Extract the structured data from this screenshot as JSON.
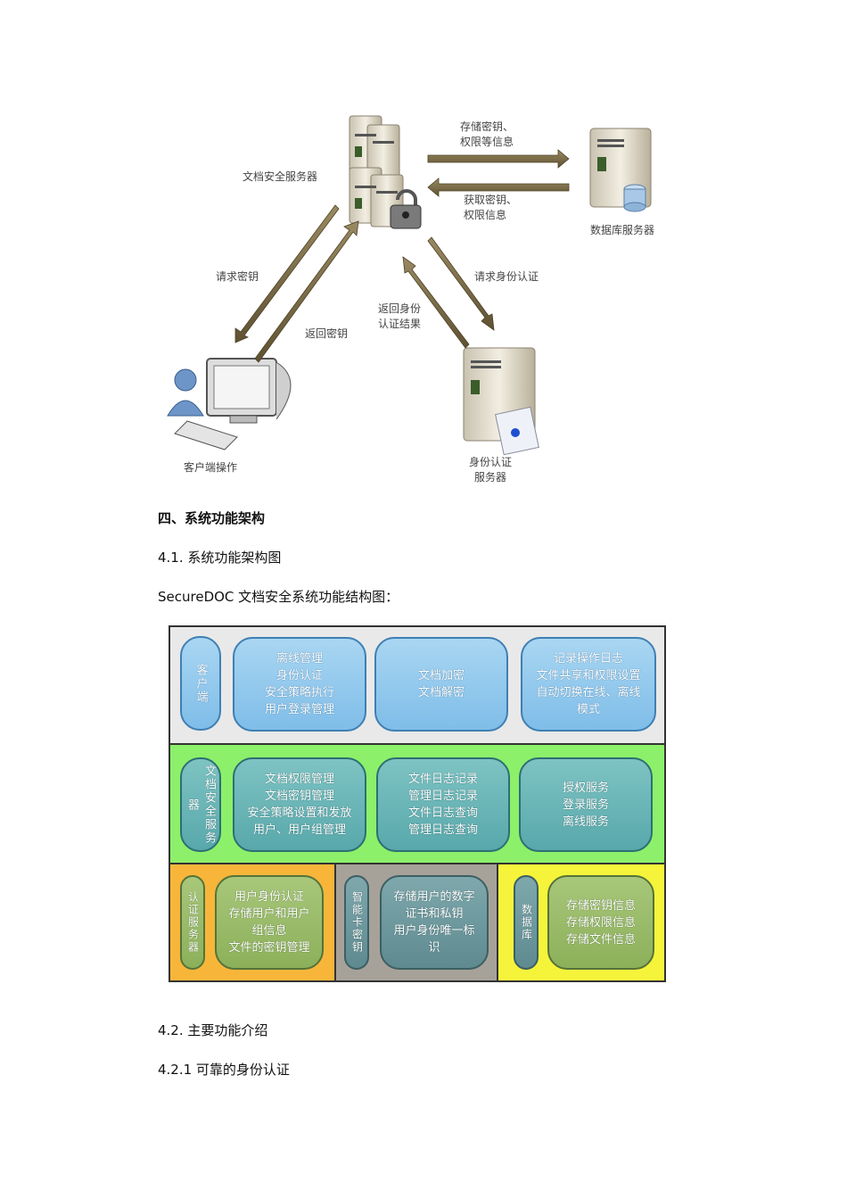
{
  "network": {
    "doc_server": "文档安全服务器",
    "db_server": "数据库服务器",
    "store_keys": "存储密钥、\n权限等信息",
    "get_keys": "获取密钥、\n权限信息",
    "request_key": "请求密钥",
    "return_key": "返回密钥",
    "return_auth": "返回身份\n认证结果",
    "request_auth": "请求身份认证",
    "client": "客户端操作",
    "auth_server": "身份认证\n服务器"
  },
  "section": {
    "heading": "四、系统功能架构",
    "sub1": "4.1. 系统功能架构图",
    "caption": "SecureDOC 文档安全系统功能结构图：",
    "sub2": "4.2. 主要功能介绍",
    "sub3": "4.2.1 可靠的身份认证"
  },
  "arch": {
    "client": {
      "title": "客户端",
      "box1": "离线管理\n身份认证\n安全策略执行\n用户登录管理",
      "box2": "文档加密\n文档解密",
      "box3": "记录操作日志\n文件共享和权限设置\n自动切换在线、离线\n模式"
    },
    "server": {
      "title": "文档安全服务器",
      "box1": "文档权限管理\n文档密钥管理\n安全策略设置和发放\n用户、用户组管理",
      "box2": "文件日志记录\n管理日志记录\n文件日志查询\n管理日志查询",
      "box3": "授权服务\n登录服务\n离线服务"
    },
    "auth": {
      "title": "认证服务器",
      "box": "用户身份认证\n存储用户和用户\n组信息\n文件的密钥管理"
    },
    "card": {
      "title": "智能卡密钥",
      "box": "存储用户的数字\n证书和私钥\n用户身份唯一标\n识"
    },
    "db": {
      "title": "数据库",
      "box": "存储密钥信息\n存储权限信息\n存储文件信息"
    },
    "colors": {
      "client_band": "#e9e9e9",
      "server_band": "#8cf06a",
      "auth_band": "#f7b63a",
      "card_band": "#a7a299",
      "db_band": "#f6f43a"
    }
  }
}
